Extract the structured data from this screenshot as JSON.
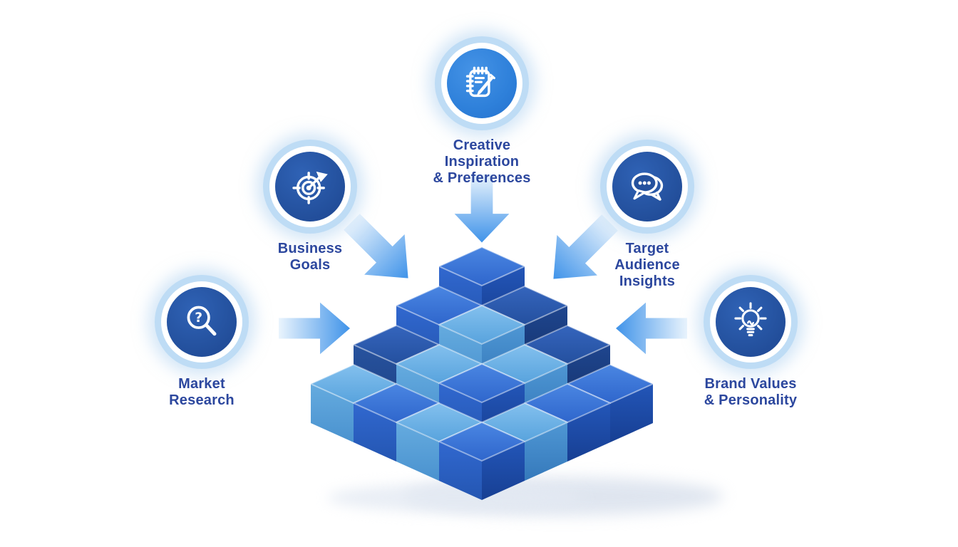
{
  "canvas": {
    "background": "#ffffff"
  },
  "nodes": {
    "creative": {
      "label": "Creative\nInspiration\n& Preferences",
      "icon": "notepad-pencil-icon"
    },
    "business": {
      "label": "Business\nGoals",
      "icon": "target-icon"
    },
    "audience": {
      "label": "Target\nAudience\nInsights",
      "icon": "chat-bubbles-icon"
    },
    "market": {
      "label": "Market\nResearch",
      "icon": "search-question-icon"
    },
    "brand": {
      "label": "Brand Values\n& Personality",
      "icon": "lightbulb-icon"
    }
  },
  "arrows": [
    {
      "name": "arrow-down",
      "from": "creative",
      "to": "pyramid",
      "direction": "down"
    },
    {
      "name": "arrow-down-right",
      "from": "business",
      "to": "pyramid",
      "direction": "down-right"
    },
    {
      "name": "arrow-down-left",
      "from": "audience",
      "to": "pyramid",
      "direction": "down-left"
    },
    {
      "name": "arrow-right",
      "from": "market",
      "to": "pyramid",
      "direction": "right"
    },
    {
      "name": "arrow-left",
      "from": "brand",
      "to": "pyramid",
      "direction": "left"
    }
  ],
  "colors": {
    "label_text": "#2c479e",
    "halo_ring": "#bedcf5",
    "icon_circle": "#24519e",
    "icon_circle_bright": "#2e80da",
    "arrow_tail": "#eaf4fd",
    "arrow_head": "#3f93e9",
    "shadow": "#dce3ee"
  },
  "pyramid": {
    "description": "isometric step pyramid of cubes, 4 levels (4x4 base to 1 top), corner view",
    "palette": {
      "royal": {
        "top": [
          "#4a86e2",
          "#2f66cc"
        ],
        "left": [
          "#3168cf",
          "#2456b2"
        ],
        "right": [
          "#2356b8",
          "#173f93"
        ]
      },
      "light": {
        "top": [
          "#83c0ee",
          "#58a3dd"
        ],
        "left": [
          "#65abdf",
          "#4a92cf"
        ],
        "right": [
          "#4f97d4",
          "#3579bb"
        ]
      },
      "dark": {
        "top": [
          "#3565bd",
          "#24509f"
        ],
        "left": [
          "#28539f",
          "#1d4488"
        ],
        "right": [
          "#1f468f",
          "#153470"
        ]
      }
    },
    "levels": [
      {
        "cubes": [
          "light",
          "royal",
          "light",
          "royal",
          "light",
          "royal",
          "royal"
        ]
      },
      {
        "cubes": [
          "dark",
          "light",
          "royal",
          "light",
          "dark"
        ]
      },
      {
        "cubes": [
          "royal",
          "light",
          "dark"
        ]
      },
      {
        "cubes": [
          "royal"
        ]
      }
    ]
  }
}
